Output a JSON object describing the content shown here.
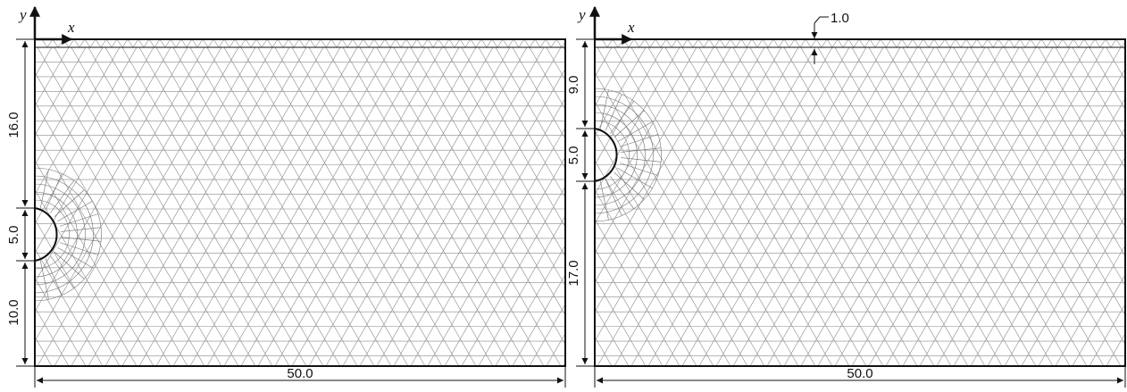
{
  "panels": [
    {
      "id": "left",
      "axis": {
        "y_label": "y",
        "x_label": "x"
      },
      "dims": {
        "top": "16.0",
        "hole": "5.0",
        "bottom": "10.0",
        "width": "50.0"
      }
    },
    {
      "id": "right",
      "axis": {
        "y_label": "y",
        "x_label": "x"
      },
      "dims": {
        "layer": "1.0",
        "top": "9.0",
        "hole": "5.0",
        "bottom": "17.0",
        "width": "50.0"
      }
    }
  ]
}
